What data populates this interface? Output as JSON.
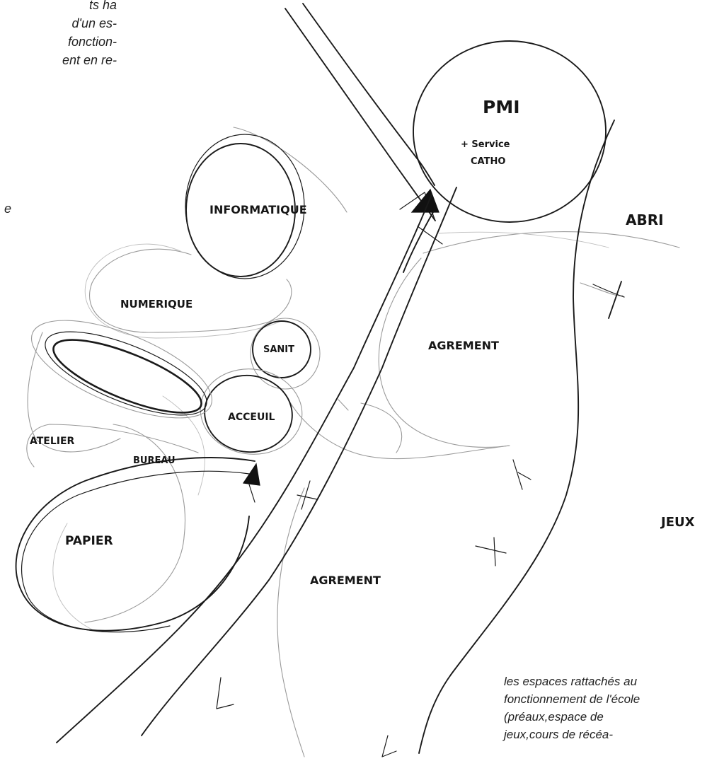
{
  "captions": {
    "top_lines": [
      "ts ha",
      "d'un es-",
      "fonction-",
      "ent en re-"
    ],
    "mid_fragment": "e",
    "bottom_lines": [
      "les espaces rattachés au",
      "fonctionnement de l'école",
      "(préaux,espace de",
      "jeux,cours de récéa-"
    ]
  },
  "zones": {
    "pmi": "PMI",
    "pmi_sub_1": "+ Service",
    "pmi_sub_2": "CATHO",
    "abri": "ABRI",
    "informatique": "INFORMATIQUE",
    "numerique": "NUMERIQUE",
    "sanit": "SANIT",
    "accueil": "ACCEUIL",
    "agrement_upper": "AGREMENT",
    "agrement_lower": "AGREMENT",
    "atelier": "ATELIER",
    "bureau": "BUREAU",
    "papier": "PAPIER",
    "jeux": "JEUX"
  },
  "colors": {
    "ink": "#1a1a1a",
    "pencil": "#9a9a9a",
    "paper": "#ffffff"
  }
}
